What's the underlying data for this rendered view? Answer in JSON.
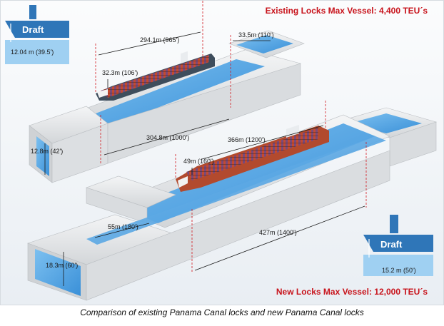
{
  "titles": {
    "existing": "Existing Locks Max Vessel: 4,400 TEU´s",
    "new": "New Locks Max Vessel: 12,000 TEU´s"
  },
  "existing_lock": {
    "draft_label": "Draft",
    "draft_value": "12.04 m (39.5')",
    "ship_length": "294.1m (965')",
    "ship_beam": "32.3m (106')",
    "lock_width": "33.5m (110')",
    "lock_length": "304.8m (1000')",
    "lock_depth": "12.8m (42')"
  },
  "new_lock": {
    "draft_label": "Draft",
    "draft_value": "15.2 m (50')",
    "ship_length": "366m (1200')",
    "ship_beam": "49m (160')",
    "lock_width": "55m (180')",
    "lock_length": "427m (1400')",
    "lock_depth": "18.3m (60')"
  },
  "caption": "Comparison of existing Panama Canal locks and new Panama Canal locks",
  "colors": {
    "water": "#5aa9e6",
    "water_dark": "#2f86d2",
    "concrete": "#e4e6e8",
    "title_red": "#c8141c",
    "hull_dark": "#39495a",
    "hull_red": "#b04a2c"
  }
}
